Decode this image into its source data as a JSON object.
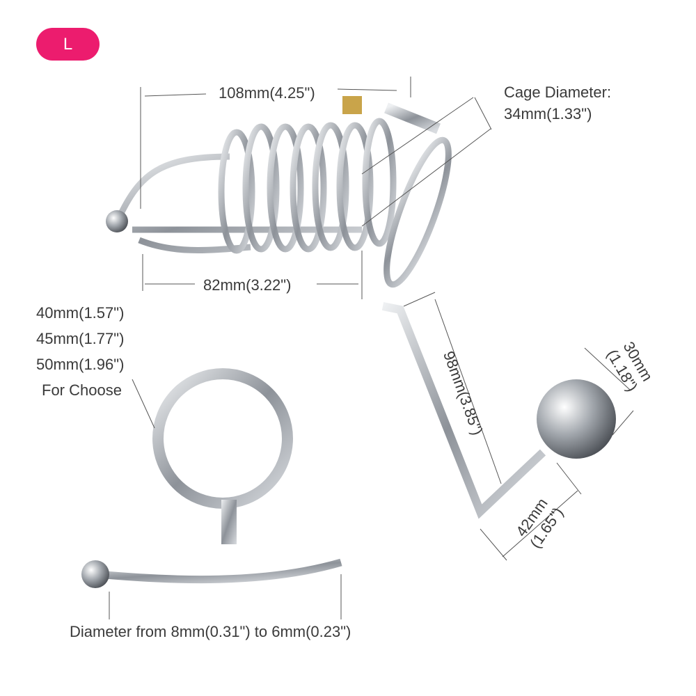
{
  "size_badge": "L",
  "colors": {
    "badge": "#ec1c6e",
    "metal": "#b8bcc2"
  },
  "dimensions": {
    "cage_length": "108mm(4.25\")",
    "cage_diameter_label": "Cage Diameter:",
    "cage_diameter_value": "34mm(1.33\")",
    "cage_inner_length": "82mm(3.22\")",
    "hook_length": "98mm(3.85\")",
    "ball_diameter_mm": "30mm",
    "ball_diameter_in": "(1.18\")",
    "hook_end_mm": "42mm",
    "hook_end_in": "(1.65\")"
  },
  "ring_options": [
    "40mm(1.57\")",
    "45mm(1.77\")",
    "50mm(1.96\")"
  ],
  "ring_choose_label": "For Choose",
  "catheter_label": "Diameter from 8mm(0.31\") to 6mm(0.23\")"
}
